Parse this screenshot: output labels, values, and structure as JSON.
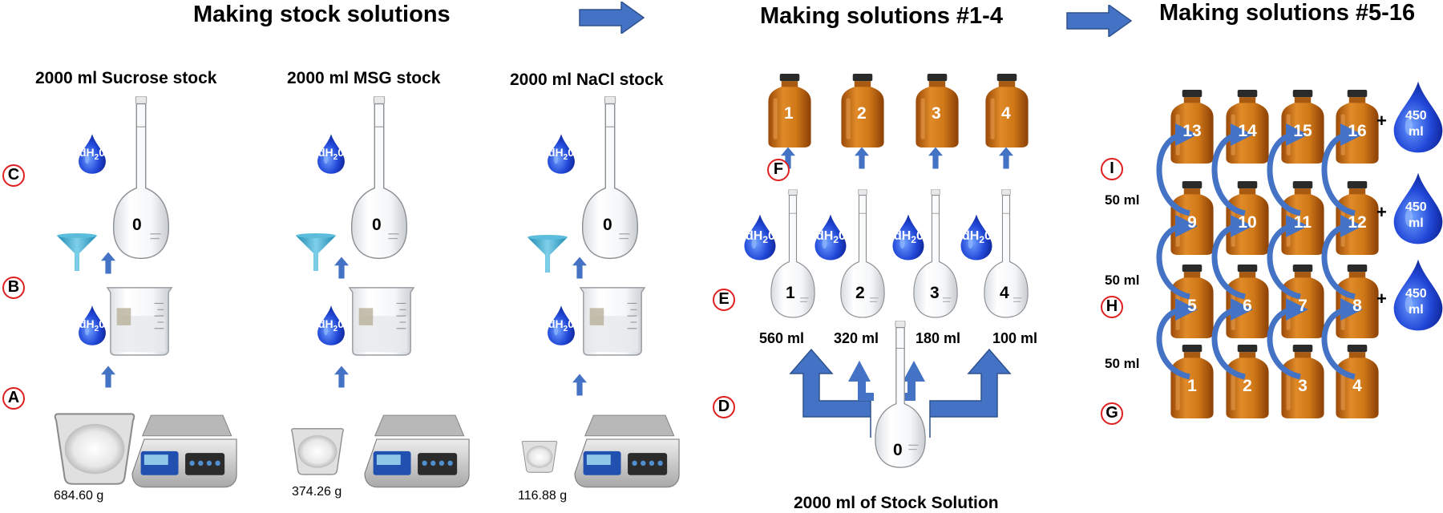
{
  "titles": {
    "stock": "Making stock solutions",
    "sol14": "Making solutions #1-4",
    "sol516": "Making solutions #5-16"
  },
  "stocks": [
    {
      "label": "2000 ml Sucrose stock",
      "mass": "684.60 g",
      "flask": "0"
    },
    {
      "label": "2000 ml MSG stock",
      "mass": "374.26 g",
      "flask": "0"
    },
    {
      "label": "2000 ml NaCl stock",
      "mass": "116.88 g",
      "flask": "0"
    }
  ],
  "steps": [
    "A",
    "B",
    "C",
    "D",
    "E",
    "F",
    "G",
    "H",
    "I"
  ],
  "water": {
    "label": "dH",
    "sub": "2",
    "tail": "0"
  },
  "flasks14": {
    "numbers": [
      "1",
      "2",
      "3",
      "4"
    ],
    "volumes": [
      "560 ml",
      "320 ml",
      "180 ml",
      "100 ml"
    ],
    "bottles": [
      "1",
      "2",
      "3",
      "4"
    ],
    "stock_flask": "0",
    "caption": "2000 ml of Stock Solution"
  },
  "grid": {
    "rows": [
      [
        "13",
        "14",
        "15",
        "16"
      ],
      [
        "9",
        "10",
        "11",
        "12"
      ],
      [
        "5",
        "6",
        "7",
        "8"
      ],
      [
        "1",
        "2",
        "3",
        "4"
      ]
    ],
    "transfer": [
      "50 ml",
      "50 ml",
      "50 ml"
    ],
    "add_water": [
      "450",
      "ml"
    ],
    "plus": "+"
  },
  "colors": {
    "arrow": "#4472C4",
    "amber": "#C46A10",
    "drop": "#1F3DB0",
    "funnel": "#3DA8C8",
    "step_circle": "#E02020"
  }
}
